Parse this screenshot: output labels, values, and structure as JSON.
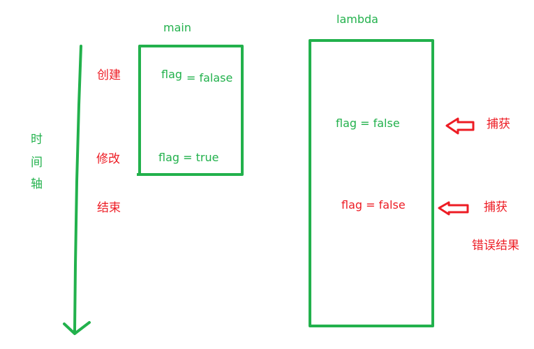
{
  "colors": {
    "green": "#22b14c",
    "red": "#ed1c24"
  },
  "timeline": {
    "axis_label_chars": [
      "时",
      "间",
      "轴"
    ],
    "events": {
      "create": "创建",
      "modify": "修改",
      "end": "结束"
    }
  },
  "main_box": {
    "title": "main",
    "flag_initial": "flag",
    "flag_initial_value": "= falase",
    "flag_modified": "flag = true"
  },
  "lambda_box": {
    "title": "lambda",
    "flag_first": "flag = false",
    "flag_second": "flag = false"
  },
  "annotations": {
    "capture_first": "捕获",
    "capture_second": "捕获",
    "wrong_result": "错误结果"
  },
  "icons": [
    "arrow-down-icon",
    "left-arrow-icon"
  ]
}
